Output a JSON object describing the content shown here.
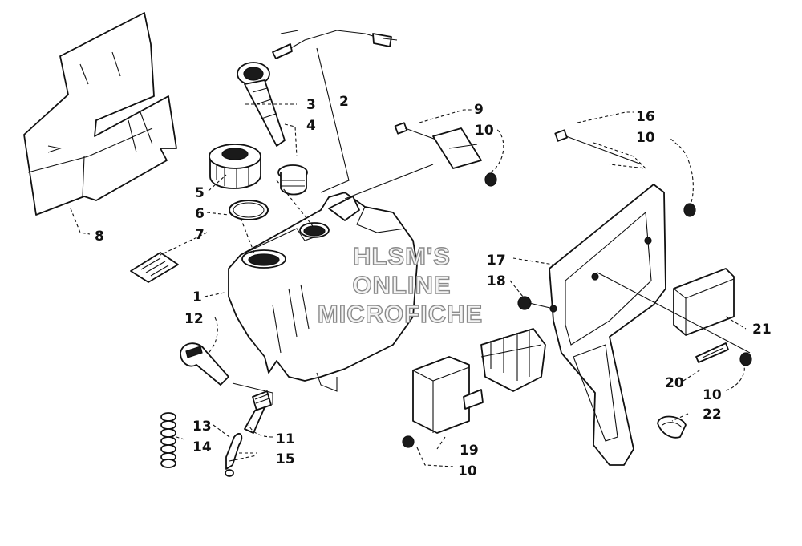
{
  "watermark": {
    "line1": "HLSM'S",
    "line2": "ONLINE",
    "line3": "MICROFICHE"
  },
  "callouts": [
    {
      "id": "c1",
      "text": "1"
    },
    {
      "id": "c2",
      "text": "2"
    },
    {
      "id": "c3",
      "text": "3"
    },
    {
      "id": "c4",
      "text": "4"
    },
    {
      "id": "c5",
      "text": "5"
    },
    {
      "id": "c6",
      "text": "6"
    },
    {
      "id": "c7",
      "text": "7"
    },
    {
      "id": "c8",
      "text": "8"
    },
    {
      "id": "c9",
      "text": "9"
    },
    {
      "id": "c10a",
      "text": "10"
    },
    {
      "id": "c10b",
      "text": "10"
    },
    {
      "id": "c10c",
      "text": "10"
    },
    {
      "id": "c10d",
      "text": "10"
    },
    {
      "id": "c11",
      "text": "11"
    },
    {
      "id": "c12",
      "text": "12"
    },
    {
      "id": "c13",
      "text": "13"
    },
    {
      "id": "c14",
      "text": "14"
    },
    {
      "id": "c15",
      "text": "15"
    },
    {
      "id": "c16",
      "text": "16"
    },
    {
      "id": "c17",
      "text": "17"
    },
    {
      "id": "c18",
      "text": "18"
    },
    {
      "id": "c19",
      "text": "19"
    },
    {
      "id": "c20",
      "text": "20"
    },
    {
      "id": "c21",
      "text": "21"
    },
    {
      "id": "c22",
      "text": "22"
    }
  ],
  "parts_shown": [
    "heat-shield",
    "fuel-gauge-sender",
    "filler-neck-adapter",
    "fuel-cap",
    "cap-gasket",
    "decal",
    "fuel-tank",
    "fuel-hose-clamp",
    "bolt",
    "spacer-tube",
    "nut",
    "bolt",
    "mount-bracket",
    "grommet",
    "relay-box",
    "fuse-block",
    "fuse-strip",
    "control-box",
    "clip",
    "fuel-fitting",
    "fuel-line",
    "spring-clamp"
  ]
}
